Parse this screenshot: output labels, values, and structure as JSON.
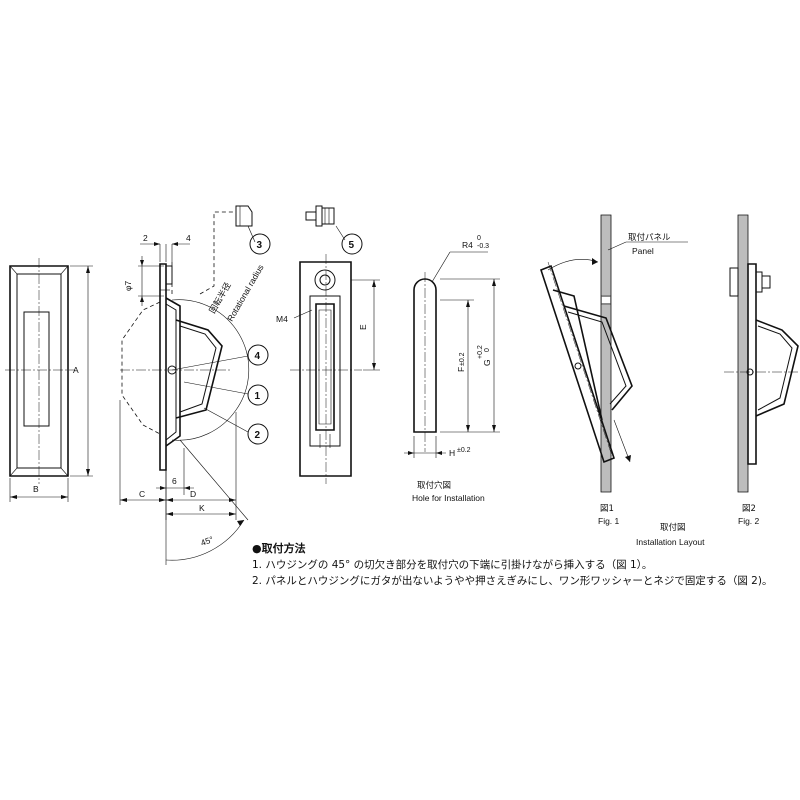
{
  "dimensions": {
    "a": "A",
    "b": "B",
    "c": "C",
    "d": "D",
    "e": "E",
    "k": "K",
    "six": "6",
    "two": "2",
    "four": "4",
    "phi7": "φ7",
    "m4": "M4",
    "angle": "45°",
    "r4": "R4",
    "r4_tol_up": "0",
    "r4_tol_low": "-0.3",
    "f": "F",
    "f_tol": "±0.2",
    "g": "G",
    "g_tol_up": "+0.2",
    "g_tol_low": "0",
    "h": "H",
    "h_tol": "±0.2"
  },
  "labels": {
    "rotational_radius_ja": "回転半径",
    "rotational_radius_en": "Rotational radius",
    "hole_ja": "取付穴図",
    "hole_en": "Hole for Installation",
    "panel_ja": "取付パネル",
    "panel_en": "Panel",
    "fig1_ja": "図1",
    "fig1_en": "Fig. 1",
    "fig2_ja": "図2",
    "fig2_en": "Fig. 2",
    "layout_ja": "取付図",
    "layout_en": "Installation Layout"
  },
  "callouts": [
    "1",
    "2",
    "3",
    "4",
    "5"
  ],
  "instructions": {
    "heading": "●取付方法",
    "steps": [
      "1. ハウジングの 45° の切欠き部分を取付穴の下端に引掛けながら挿入する（図 1）。",
      "2. パネルとハウジングにガタが出ないようやや押さえぎみにし、ワン形ワッシャーとネジで固定する（図 2)。"
    ]
  }
}
